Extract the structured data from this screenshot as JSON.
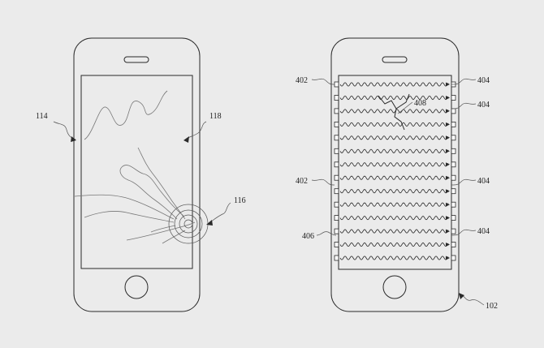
{
  "background_color": "#ebebeb",
  "line_color": "#2a2a2a",
  "left_phone": {
    "labels": {
      "screen_edge": "114",
      "display": "118",
      "impact_point": "116"
    }
  },
  "right_phone": {
    "labels": {
      "emitters": [
        "402",
        "402"
      ],
      "receivers": [
        "404",
        "404",
        "404",
        "404"
      ],
      "crack": "408",
      "wave_pattern": "406",
      "device": "102"
    },
    "wave_rows": 14
  }
}
